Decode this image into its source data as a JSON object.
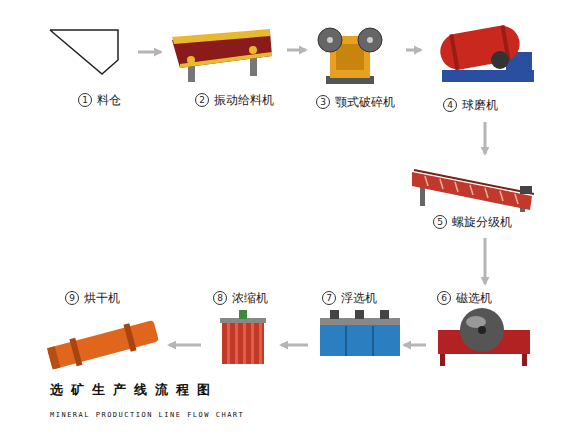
{
  "diagram": {
    "title": "选矿生产线流程图",
    "caption": "MINERAL PRODUCTION LINE FLOW CHART",
    "nodes": [
      {
        "text": [
          "1",
          "料仓"
        ]
      },
      {
        "text": [
          "2",
          "振动给料机"
        ]
      },
      {
        "text": [
          "3",
          "颚式破碎机"
        ]
      },
      {
        "text": [
          "4",
          "球磨机"
        ]
      },
      {
        "text": [
          "5",
          "螺旋分级机"
        ]
      },
      {
        "text": [
          "6",
          "磁选机"
        ]
      },
      {
        "text": [
          "7",
          "浮选机"
        ]
      },
      {
        "text": [
          "8",
          "浓缩机"
        ]
      },
      {
        "text": [
          "9",
          "烘干机"
        ]
      }
    ],
    "edges": [
      {
        "from": 0,
        "to": 1,
        "arrow": "to"
      },
      {
        "from": 1,
        "to": 2,
        "arrow": "to"
      },
      {
        "from": 2,
        "to": 3,
        "arrow": "to"
      },
      {
        "from": 3,
        "to": 4,
        "arrow": "to"
      },
      {
        "from": 4,
        "to": 5,
        "arrow": "to"
      },
      {
        "from": 5,
        "to": 6,
        "arrow": "to"
      },
      {
        "from": 6,
        "to": 7,
        "arrow": "to"
      },
      {
        "from": 7,
        "to": 8,
        "arrow": "to"
      }
    ]
  }
}
